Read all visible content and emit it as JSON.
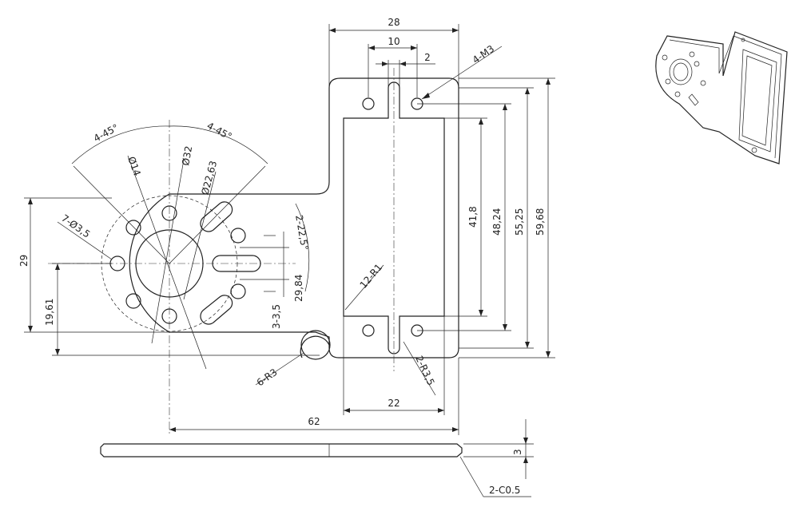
{
  "dimensions": {
    "d28": "28",
    "d10": "10",
    "d2": "2",
    "m3": "4-M3",
    "a45_left": "4-45°",
    "a45_right": "4-45°",
    "dia14": "Ø14",
    "dia32": "Ø32",
    "dia2263": "Ø22,63",
    "holes7": "7-Ø3,5",
    "a225": "2-22,5°",
    "d29": "29",
    "d1961": "19,61",
    "d2984": "29,84",
    "d335": "3-3,5",
    "r3": "6-R3",
    "r1": "12-R1",
    "r35": "2-R3,5",
    "d418": "41,8",
    "d4824": "48,24",
    "d5525": "55,25",
    "d5968": "59,68",
    "d22": "22",
    "d62": "62",
    "d3": "3",
    "c05": "2-C0.5"
  }
}
